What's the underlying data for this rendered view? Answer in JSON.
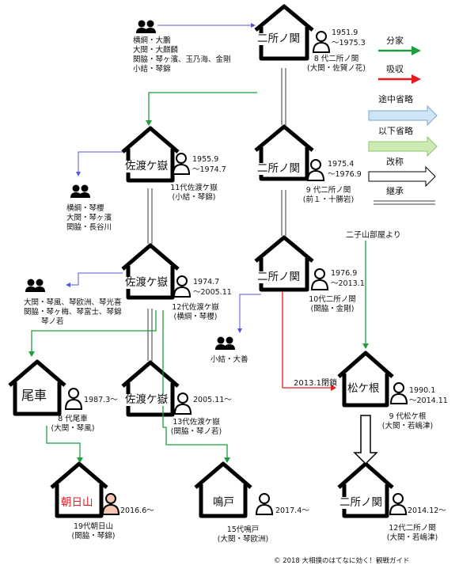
{
  "stables": {
    "nishonoseki_1": "二所ノ関",
    "nishonoseki_2": "二所ノ関",
    "nishonoseki_3": "二所ノ関",
    "sadogatake_1": "佐渡ケ嶽",
    "sadogatake_2": "佐渡ケ嶽",
    "sadogatake_3": "佐渡ケ嶽",
    "onoe": "尾車",
    "asahiyama": "朝日山",
    "naruto": "鳴戸",
    "matsugane": "松ケ根",
    "nishonoseki_4": "二所ノ関"
  },
  "oyakata": {
    "n8": {
      "period": [
        "1951.9",
        "～1975.3"
      ],
      "name": "8 代二所ノ関",
      "rank": "(大関・佐賀ノ花)"
    },
    "n9": {
      "period": [
        "1975.4",
        "～1976.9"
      ],
      "name": "9 代二所ノ関",
      "rank": "(前１・十勝岩)"
    },
    "n10": {
      "period": [
        "1976.9",
        "～2013.1"
      ],
      "name": "10代二所ノ関",
      "rank": "(関脇・金剛)"
    },
    "s11": {
      "period": [
        "1955.9",
        "～1974.7"
      ],
      "name": "11代佐渡ケ嶽",
      "rank": "(小結・琴錦)"
    },
    "s12": {
      "period": [
        "1974.7",
        "～2005.11"
      ],
      "name": "12代佐渡ケ嶽",
      "rank": "(横綱・琴櫻)"
    },
    "s13": {
      "period": [
        "2005.11～"
      ],
      "name": "13代佐渡ケ嶽",
      "rank": "(関脇・琴ノ若)"
    },
    "o8": {
      "period": [
        "1987.3～"
      ],
      "name": "8 代尾車",
      "rank": "(大関・琴風)"
    },
    "a19": {
      "period": [
        "2016.6～"
      ],
      "name": "19代朝日山",
      "rank": "(関脇・琴錦)"
    },
    "nr15": {
      "period": [
        "2017.4～"
      ],
      "name": "15代鳴戸",
      "rank": "(大関・琴欧洲)"
    },
    "m9": {
      "period": [
        "1990.1",
        "～2014.11"
      ],
      "name": "9 代松ケ根",
      "rank": "(大関・若嶋津)"
    },
    "n12": {
      "period": [
        "2014.12～"
      ],
      "name": "12代二所ノ関",
      "rank": "(大関・若嶋津)"
    }
  },
  "wrestlers": {
    "g1": [
      "横綱・大鵬",
      "大関・大麒麟",
      "関脇・琴ヶ濱、玉乃海、金剛",
      "小結・琴錦"
    ],
    "g2": [
      "横綱・琴櫻",
      "大関・琴ヶ濱",
      "関脇・長谷川"
    ],
    "g3": [
      "大関・琴風、琴欧洲、琴光喜",
      "関脇・琴ヶ梅、琴富士、琴錦",
      "琴ノ若"
    ],
    "g4": [
      "小結・大善"
    ]
  },
  "annotations": {
    "futagoyama": "二子山部屋より",
    "absorb_date": "2013.1閉鎖"
  },
  "legend": {
    "branch": "分家",
    "absorb": "吸収",
    "omit_mid": "途中省略",
    "omit_after": "以下省略",
    "rename": "改称",
    "inherit": "継承"
  },
  "copyright": "© 2018 大相撲のはてなに効く！観戦ガイド",
  "colors": {
    "branch": "#1e9e3e",
    "absorb": "#e8191e",
    "wrestler_link": "#5555dd",
    "omit_mid_fill": "#cfe4f4",
    "omit_mid_stroke": "#7ea7cc",
    "omit_after_fill": "#cdeab4",
    "omit_after_stroke": "#8ec46a",
    "asahiyama_text": "#e8191e",
    "asahiyama_person": "#f5c5b4"
  },
  "icons": [
    "house-icon",
    "person-icon",
    "group-icon"
  ]
}
